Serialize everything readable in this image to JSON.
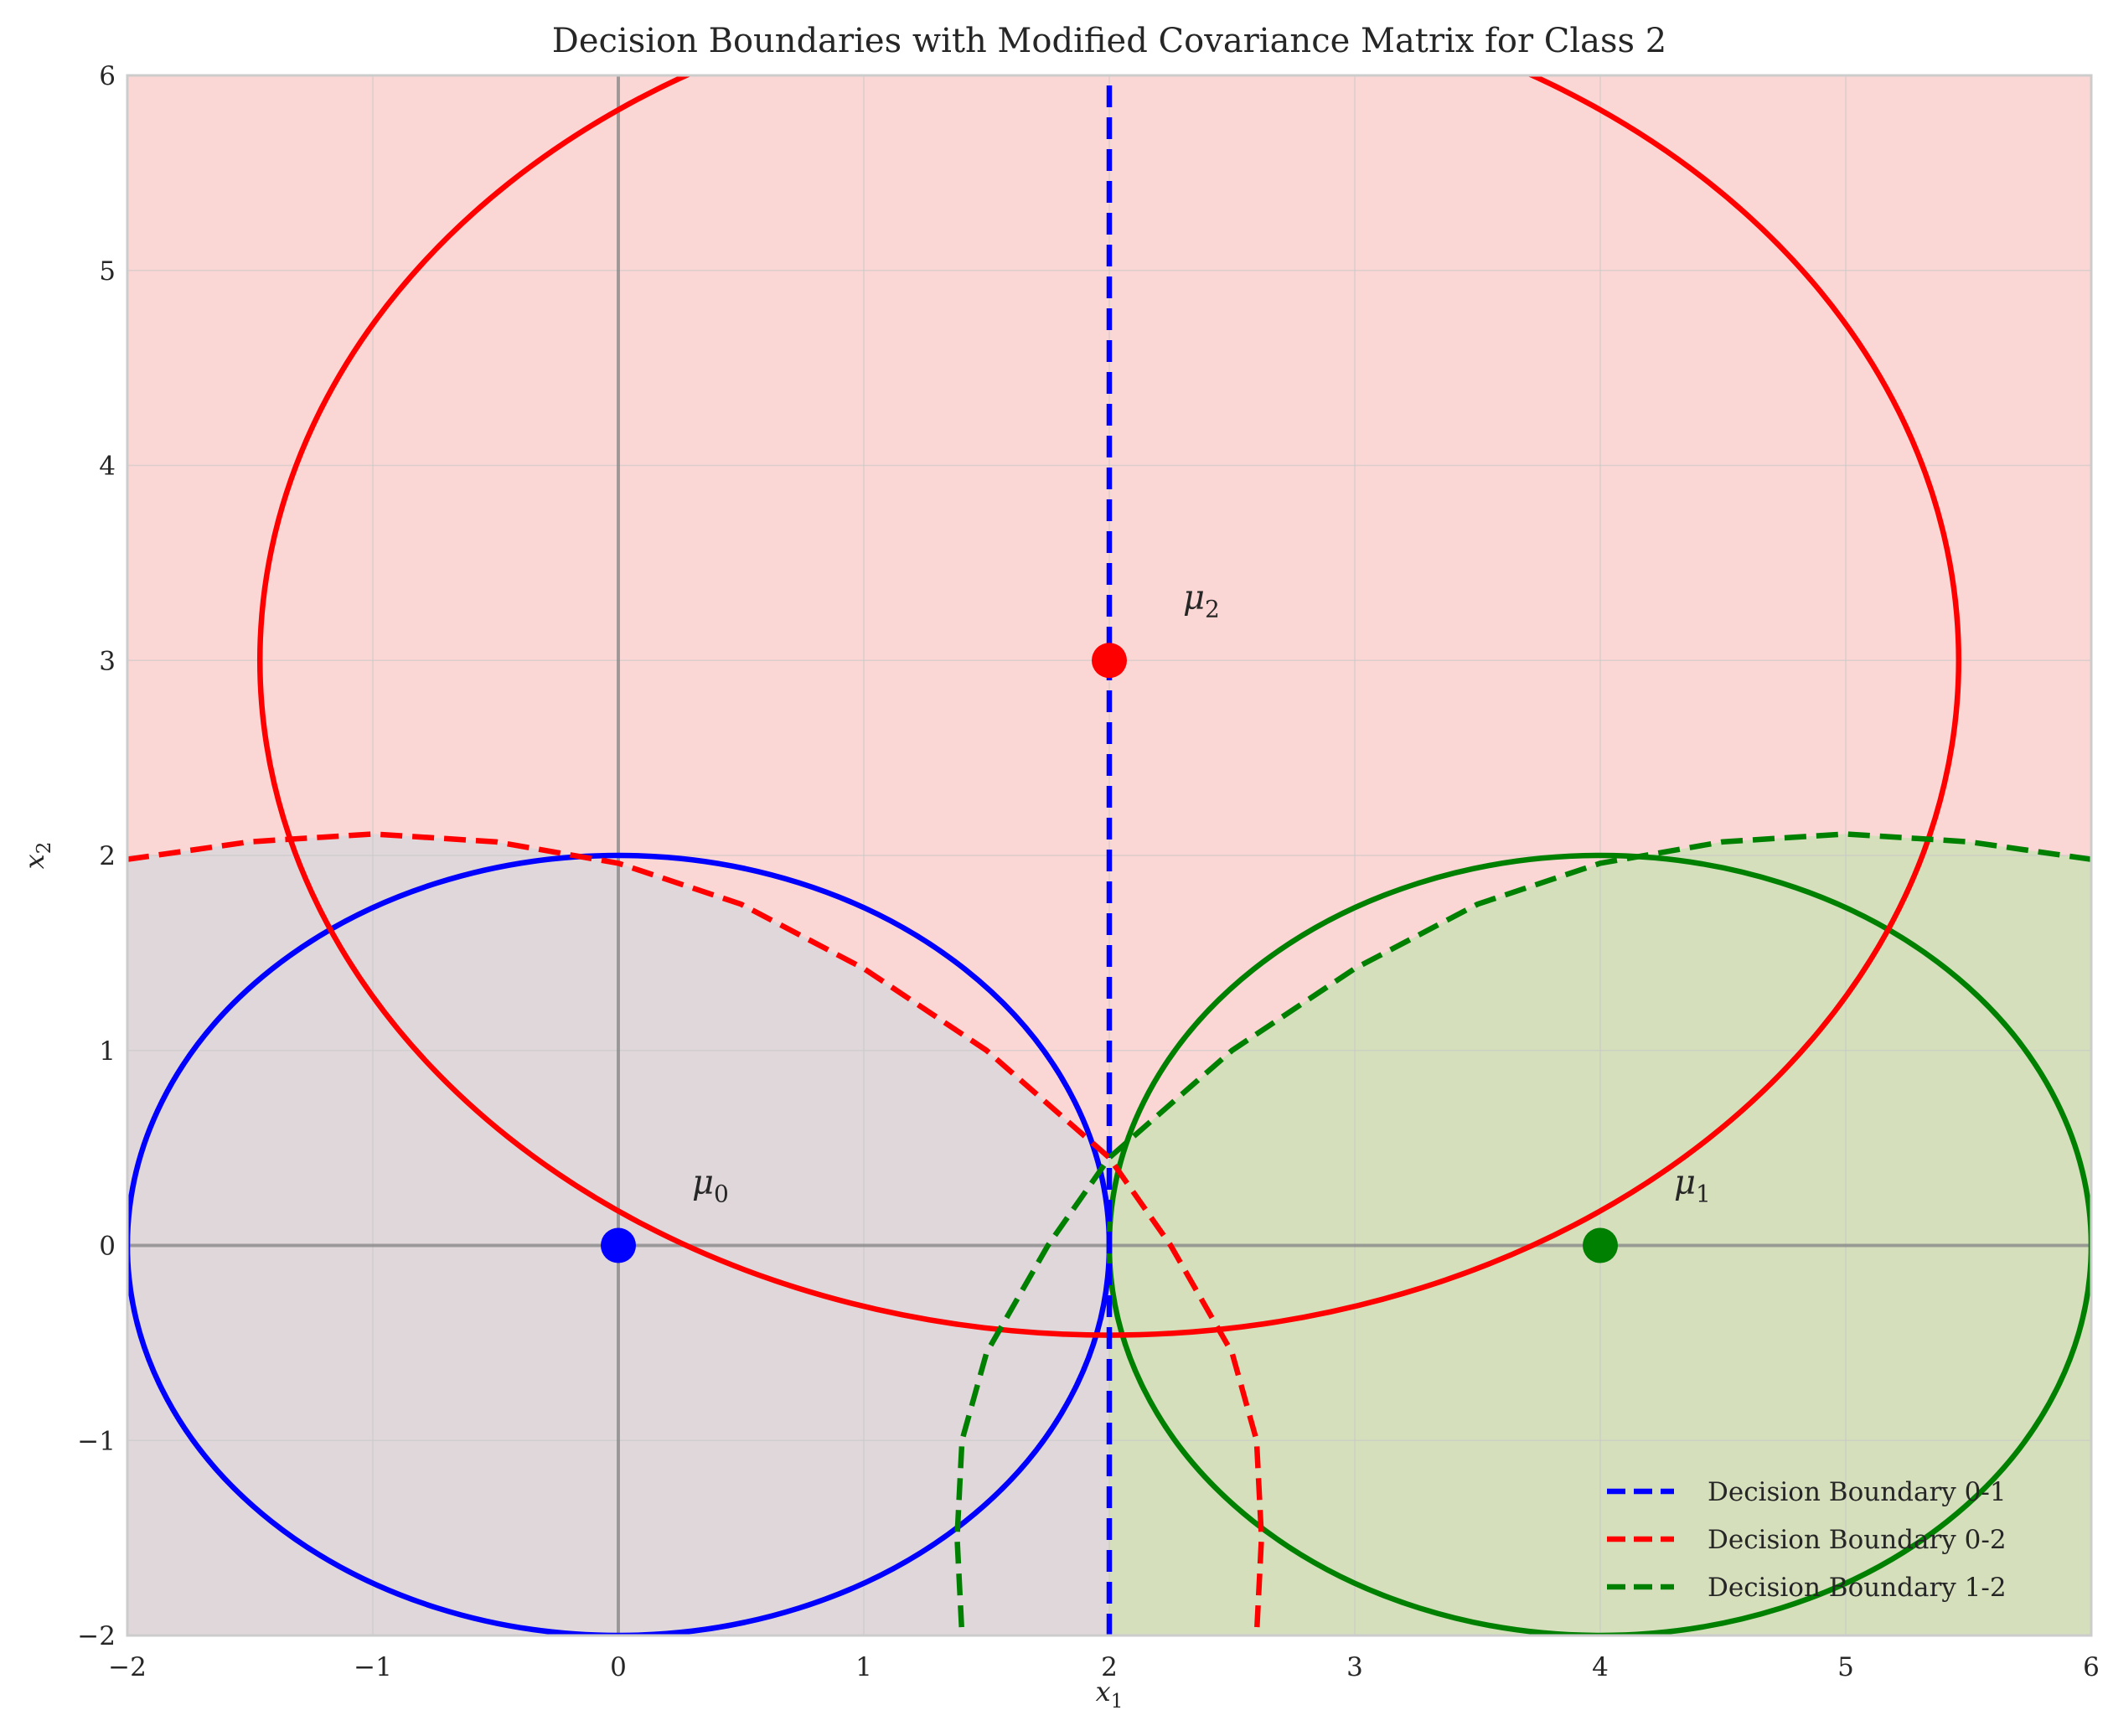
{
  "chart_data": {
    "type": "scatter",
    "title": "Decision Boundaries with Modified Covariance Matrix for Class 2",
    "xlabel": "x1",
    "ylabel": "x2",
    "xlim": [
      -2,
      6
    ],
    "ylim": [
      -2,
      6
    ],
    "xticks": [
      -2,
      -1,
      0,
      1,
      2,
      3,
      4,
      5,
      6
    ],
    "yticks": [
      -2,
      -1,
      0,
      1,
      2,
      3,
      4,
      5,
      6
    ],
    "xtick_labels": [
      "−2",
      "−1",
      "0",
      "1",
      "2",
      "3",
      "4",
      "5",
      "6"
    ],
    "ytick_labels": [
      "−2",
      "−1",
      "0",
      "1",
      "2",
      "3",
      "4",
      "5",
      "6"
    ],
    "grid": true,
    "legend_position": "lower-right",
    "means": [
      {
        "label": "μ",
        "sub": "0",
        "x": 0,
        "y": 0,
        "color": "#0000ff"
      },
      {
        "label": "μ",
        "sub": "1",
        "x": 4,
        "y": 0,
        "color": "#008000"
      },
      {
        "label": "μ",
        "sub": "2",
        "x": 2,
        "y": 3,
        "color": "#ff0000"
      }
    ],
    "ellipses": [
      {
        "class": 0,
        "cx": 0,
        "cy": 0,
        "rx": 2,
        "ry": 2,
        "color": "#0000ff"
      },
      {
        "class": 1,
        "cx": 4,
        "cy": 0,
        "rx": 2,
        "ry": 2,
        "color": "#008000"
      },
      {
        "class": 2,
        "cx": 2,
        "cy": 3,
        "rx": 3.46,
        "ry": 3.46,
        "color": "#ff0000"
      }
    ],
    "series": [
      {
        "name": "Decision Boundary 0-1",
        "color": "#0000ff",
        "style": "dashed",
        "x": [
          2,
          2
        ],
        "y": [
          -2,
          6
        ]
      },
      {
        "name": "Decision Boundary 0-2",
        "color": "#ff0000",
        "style": "dashed",
        "x": [
          -2.0,
          -1.5,
          -1.0,
          -0.5,
          0.0,
          0.5,
          1.0,
          1.5,
          2.0,
          2.25,
          2.5,
          2.6,
          2.62,
          2.6
        ],
        "y": [
          1.98,
          2.07,
          2.11,
          2.07,
          1.96,
          1.75,
          1.42,
          1.0,
          0.45,
          0.0,
          -0.55,
          -1.0,
          -1.5,
          -2.0
        ]
      },
      {
        "name": "Decision Boundary 1-2",
        "color": "#008000",
        "style": "dashed",
        "x": [
          6.0,
          5.5,
          5.0,
          4.5,
          4.0,
          3.5,
          3.0,
          2.5,
          2.0,
          1.75,
          1.5,
          1.4,
          1.38,
          1.4
        ],
        "y": [
          1.98,
          2.07,
          2.11,
          2.07,
          1.96,
          1.75,
          1.42,
          1.0,
          0.45,
          0.0,
          -0.55,
          -1.0,
          -1.5,
          -2.0
        ]
      }
    ],
    "regions": [
      {
        "class": 0,
        "color": "#add8e6"
      },
      {
        "class": 1,
        "color": "#90ee90"
      },
      {
        "class": 2,
        "color": "#f4a6a0"
      }
    ]
  }
}
